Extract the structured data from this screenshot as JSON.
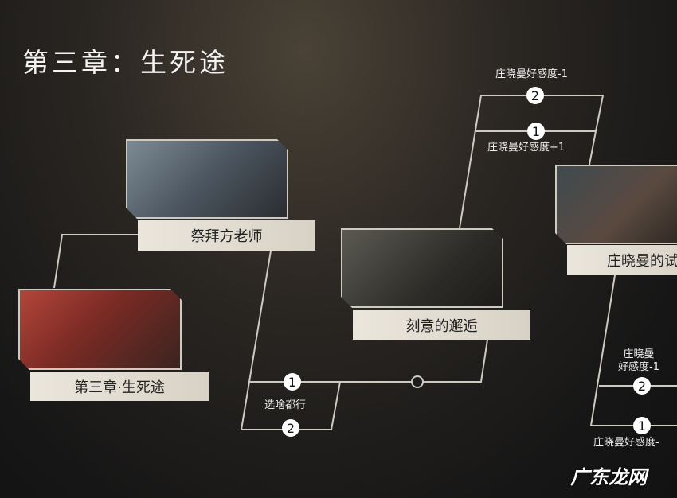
{
  "title": "第三章：生死途",
  "nodes": {
    "jibai": {
      "label": "祭拜方老师"
    },
    "chapter": {
      "label": "第三章·生死途"
    },
    "keyi": {
      "label": "刻意的邂逅"
    },
    "zhuang": {
      "label": "庄晓曼的试"
    }
  },
  "choices": {
    "top_2": {
      "num": "2",
      "text": "庄晓曼好感度-1"
    },
    "top_1": {
      "num": "1",
      "text": "庄晓曼好感度+1"
    },
    "mid_1": {
      "num": "1"
    },
    "mid_2": {
      "num": "2",
      "text": "选啥都行"
    },
    "right_2": {
      "num": "2",
      "text": "庄晓曼\n好感度-1"
    },
    "right_1": {
      "num": "1",
      "text": "庄晓曼好感度-"
    }
  },
  "watermark": "广东龙网"
}
